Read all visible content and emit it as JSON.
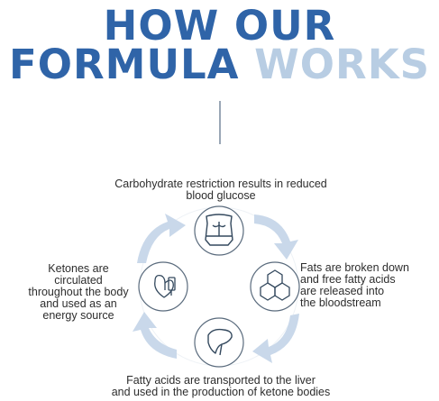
{
  "heading": {
    "line1": "HOW OUR",
    "line2_part1": "FORMULA",
    "line2_part2": "WORKS"
  },
  "colors": {
    "primary": "#2f64a8",
    "light": "#b8cde3",
    "arrow": "#c9d8ea",
    "icon_stroke": "#34495e",
    "text": "#2d2d2d"
  },
  "steps": [
    {
      "icon": "torso-icon",
      "line1": "Carbohydrate restriction results in reduced",
      "line2": "blood glucose"
    },
    {
      "icon": "molecule-icon",
      "line1": "Fats are broken down",
      "line2": "and free fatty acids",
      "line3": "are released into",
      "line4": "the bloodstream"
    },
    {
      "icon": "liver-icon",
      "line1": "Fatty acids are transported to the liver",
      "line2": "and used in the production of ketone bodies"
    },
    {
      "icon": "heart-icon",
      "line1": "Ketones are",
      "line2": "circulated",
      "line3": "throughout the body",
      "line4": "and used as an",
      "line5": "energy source"
    }
  ]
}
